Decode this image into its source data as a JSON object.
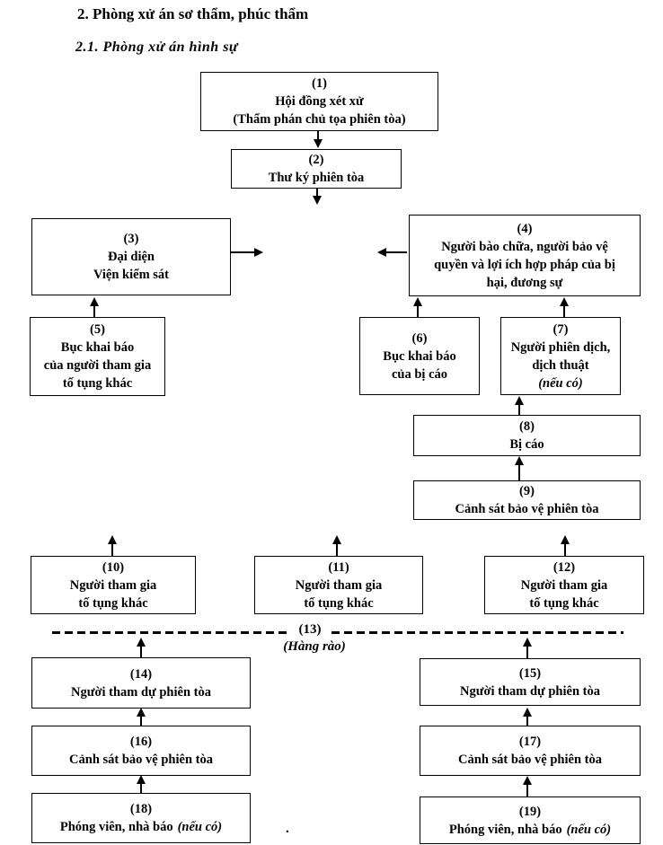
{
  "header": {
    "section": "2. Phòng xử án sơ thẩm, phúc thẩm",
    "subsection": "2.1. Phòng xử án hình sự"
  },
  "boxes": {
    "b1": {
      "num": "(1)",
      "lines": [
        "Hội đồng xét xử",
        "(Thẩm phán chủ tọa phiên tòa)"
      ]
    },
    "b2": {
      "num": "(2)",
      "lines": [
        "Thư ký phiên tòa"
      ]
    },
    "b3": {
      "num": "(3)",
      "lines": [
        "Đại diện",
        "Viện kiểm sát"
      ]
    },
    "b4": {
      "num": "(4)",
      "lines": [
        "Người bào chữa, người bảo vệ",
        "quyền và lợi ích hợp pháp của bị",
        "hại, đương sự"
      ]
    },
    "b5": {
      "num": "(5)",
      "lines": [
        "Bục khai báo",
        "của người tham gia",
        "tố tụng khác"
      ]
    },
    "b6": {
      "num": "(6)",
      "lines": [
        "Bục khai báo",
        "của bị cáo"
      ]
    },
    "b7": {
      "num": "(7)",
      "lines": [
        "Người phiên dịch,",
        "dịch thuật"
      ],
      "note": "(nếu có)"
    },
    "b8": {
      "num": "(8)",
      "lines": [
        "Bị cáo"
      ]
    },
    "b9": {
      "num": "(9)",
      "lines": [
        "Cảnh sát bảo vệ phiên tòa"
      ]
    },
    "b10": {
      "num": "(10)",
      "lines": [
        "Người tham gia",
        "tố tụng khác"
      ]
    },
    "b11": {
      "num": "(11)",
      "lines": [
        "Người tham gia",
        "tố tụng khác"
      ]
    },
    "b12": {
      "num": "(12)",
      "lines": [
        "Người tham gia",
        "tố tụng khác"
      ]
    },
    "b14": {
      "num": "(14)",
      "lines": [
        "Người tham dự phiên tòa"
      ]
    },
    "b15": {
      "num": "(15)",
      "lines": [
        "Người tham dự phiên tòa"
      ]
    },
    "b16": {
      "num": "(16)",
      "lines": [
        "Cảnh sát bảo vệ phiên tòa"
      ]
    },
    "b17": {
      "num": "(17)",
      "lines": [
        "Cảnh sát bảo vệ phiên tòa"
      ]
    },
    "b18": {
      "num": "(18)",
      "lines": [
        "Phóng viên, nhà báo"
      ],
      "note": "(nếu có)"
    },
    "b19": {
      "num": "(19)",
      "lines": [
        "Phóng viên, nhà báo"
      ],
      "note": "(nếu có)"
    }
  },
  "fence": {
    "num": "(13)",
    "label": "(Hàng rào)"
  },
  "stray_mark": ".",
  "colors": {
    "ink": "#000000",
    "paper": "#ffffff"
  }
}
